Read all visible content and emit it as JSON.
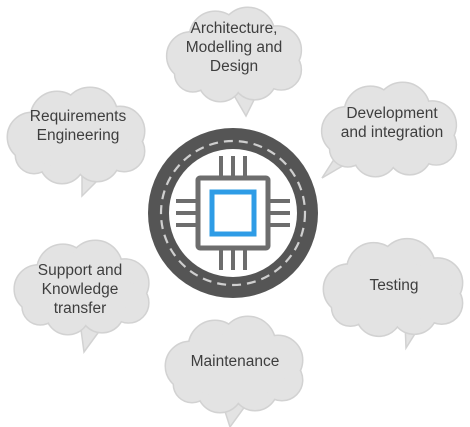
{
  "phases": [
    {
      "id": "architecture",
      "lines": [
        "Architecture,",
        "Modelling and",
        "Design"
      ]
    },
    {
      "id": "development",
      "lines": [
        "Development",
        "and integration"
      ]
    },
    {
      "id": "testing",
      "lines": [
        "Testing"
      ]
    },
    {
      "id": "maintenance",
      "lines": [
        "Maintenance"
      ]
    },
    {
      "id": "support",
      "lines": [
        "Support and",
        "Knowledge",
        "transfer"
      ]
    },
    {
      "id": "requirements",
      "lines": [
        "Requirements",
        "Engineering"
      ]
    }
  ],
  "center": {
    "icon": "microchip-icon"
  },
  "colors": {
    "cloud_fill": "#e3e3e3",
    "cloud_stroke": "#d2d2d2",
    "ring": "#555555",
    "dash": "#cfcfcf",
    "chip_gray": "#6d6d6d",
    "chip_accent": "#2e9ce6",
    "text": "#3e3e3e"
  }
}
